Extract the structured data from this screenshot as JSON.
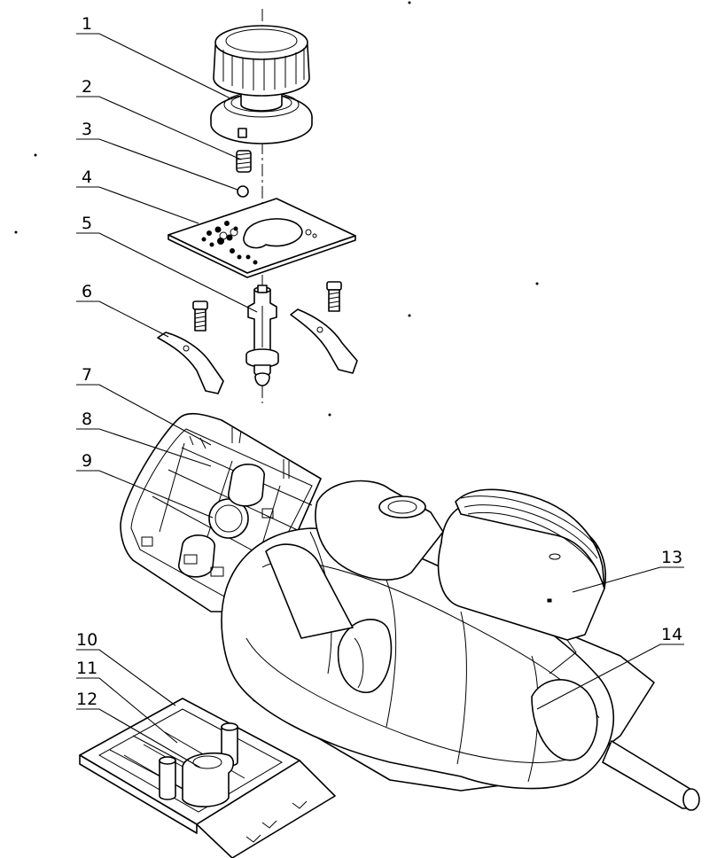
{
  "figure": {
    "callouts": [
      {
        "id": "1",
        "label": "1"
      },
      {
        "id": "2",
        "label": "2"
      },
      {
        "id": "3",
        "label": "3"
      },
      {
        "id": "4",
        "label": "4"
      },
      {
        "id": "5",
        "label": "5"
      },
      {
        "id": "6",
        "label": "6"
      },
      {
        "id": "7",
        "label": "7"
      },
      {
        "id": "8",
        "label": "8"
      },
      {
        "id": "9",
        "label": "9"
      },
      {
        "id": "10",
        "label": "10"
      },
      {
        "id": "11",
        "label": "11"
      },
      {
        "id": "12",
        "label": "12"
      },
      {
        "id": "13",
        "label": "13"
      },
      {
        "id": "14",
        "label": "14"
      }
    ]
  }
}
